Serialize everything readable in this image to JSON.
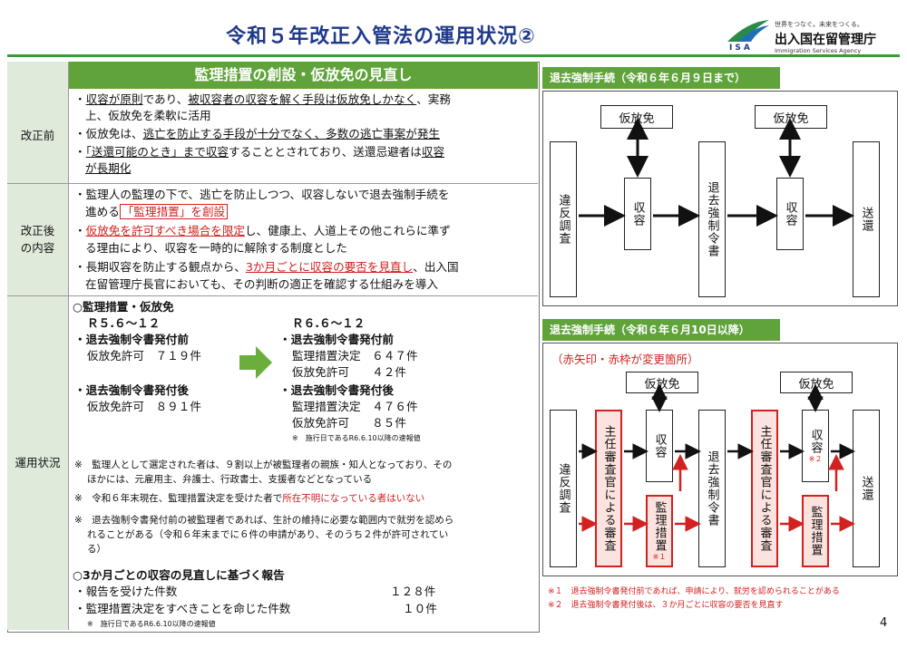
{
  "header": {
    "title": "令和５年改正入管法の運用状況②",
    "logo_tagline": "世界をつなぐ。未来をつくる。",
    "logo_name": "出入国在留管理庁",
    "logo_english": "Immigration Services Agency",
    "logo_abbr": "ISA"
  },
  "table": {
    "header": "監理措置の創設・仮放免の見直し",
    "rows": {
      "before_label": "改正前",
      "after_label": "改正後\nの内容",
      "ops_label": "運用状況"
    },
    "before": {
      "b1a_pre": "・",
      "b1a_u1": "収容が原則",
      "b1a_mid": "であり、",
      "b1a_u2": "被収容者の収容を解く手段は仮放免しかなく",
      "b1a_post": "、実務",
      "b1b": "上、仮放免を柔軟に活用",
      "b2_pre": "・仮放免は、",
      "b2_u": "逃亡を防止する手段が十分でなく、多数の逃亡事案が発生",
      "b3a_pre": "・",
      "b3a_u": "「送還可能のとき」まで収容",
      "b3a_mid": "することとされており、送還忌避者は",
      "b3a_u2": "収容",
      "b3b_u": "が長期化"
    },
    "after": {
      "a1a": "・監理人の監理の下で、逃亡を防止しつつ、収容しないで退去強制手続を",
      "a1b_pre": "進める",
      "a1b_box": "「監理措置」を創設",
      "a2a_pre": "・",
      "a2a_red": "仮放免を許可すべき場合を限定",
      "a2a_post": "し、健康上、人道上その他これらに準ず",
      "a2b": "る理由により、収容を一時的に解除する制度とした",
      "a3a_pre": "・長期収容を防止する観点から、",
      "a3a_red": "3か月ごとに収容の要否を見直し",
      "a3a_post": "、出入国",
      "a3b": "在留管理庁長官においても、その判断の適正を確認する仕組みを導入"
    },
    "ops": {
      "sec1_title": "○監理措置・仮放免",
      "left_period": "Ｒ５.６～１２",
      "left_before_title": "・退去強制令書発付前",
      "left_before_item": "仮放免許可　７１９件",
      "left_after_title": "・退去強制令書発付後",
      "left_after_item": "仮放免許可　８９１件",
      "right_period": "Ｒ６.６～１２",
      "right_before_title": "・退去強制令書発付前",
      "right_before_item1": "監理措置決定　６４７件",
      "right_before_item2": "仮放免許可　　４２件",
      "right_after_title": "・退去強制令書発付後",
      "right_after_item1": "監理措置決定　４７６件",
      "right_after_item2": "仮放免許可　　８５件",
      "right_note": "※　施行日であるR6.6.10以降の速報値",
      "note1a": "※　監理人として選定された者は、９割以上が被監理者の親族・知人となっており、その",
      "note1b": "ほかには、元雇用主、弁護士、行政書士、支援者などとなっている",
      "note2_pre": "※　令和６年末現在、監理措置決定を受けた者で",
      "note2_red": "所在不明になっている者はいない",
      "note3a": "※　退去強制令書発付前の被監理者であれば、生計の維持に必要な範囲内で就労を認めら",
      "note3b": "れることがある（令和６年末までに６件の申請があり、そのうち２件が許可されてい",
      "note3c": "る）",
      "sec2_title": "○3か月ごとの収容の見直しに基づく報告",
      "report1": "・報告を受けた件数",
      "report1_val": "１２８件",
      "report2": "・監理措置決定をすべきことを命じた件数",
      "report2_val": "１０件",
      "sec2_note": "※　施行日であるR6.6.10以降の速報値"
    }
  },
  "diagram_old": {
    "title": "退去強制手続（令和６年６月９日まで）",
    "karihomen1": "仮放免",
    "karihomen2": "仮放免",
    "ihan": "違反調査",
    "shuyo1": "収容",
    "rei": "退去強制令書",
    "shuyo2": "収容",
    "soukan": "送還"
  },
  "diagram_new": {
    "title": "退去強制手続（令和６年６月10日以降）",
    "legend": "（赤矢印・赤枠が変更箇所）",
    "karihomen1": "仮放免",
    "karihomen2": "仮放免",
    "ihan": "違反調査",
    "shunin1": "主任審査官による審査",
    "shuyo1": "収容",
    "kanri1": "監理措置",
    "kanri1_mark": "※１",
    "rei": "退去強制令書",
    "shunin2": "主任審査官による審査",
    "shuyo2": "収容",
    "shuyo2_mark": "※２",
    "kanri2": "監理措置",
    "soukan": "送還",
    "note1": "※１　退去強制令書発付前であれば、申請により、就労を認められることがある",
    "note2": "※２　退去強制令書発付後は、３か月ごとに収容の要否を見直す"
  },
  "colors": {
    "accent_green": "#5fa33a",
    "label_bg": "#dfeadb",
    "change_red": "#d32020",
    "title_blue": "#1f3a8a"
  },
  "page_number": "4"
}
